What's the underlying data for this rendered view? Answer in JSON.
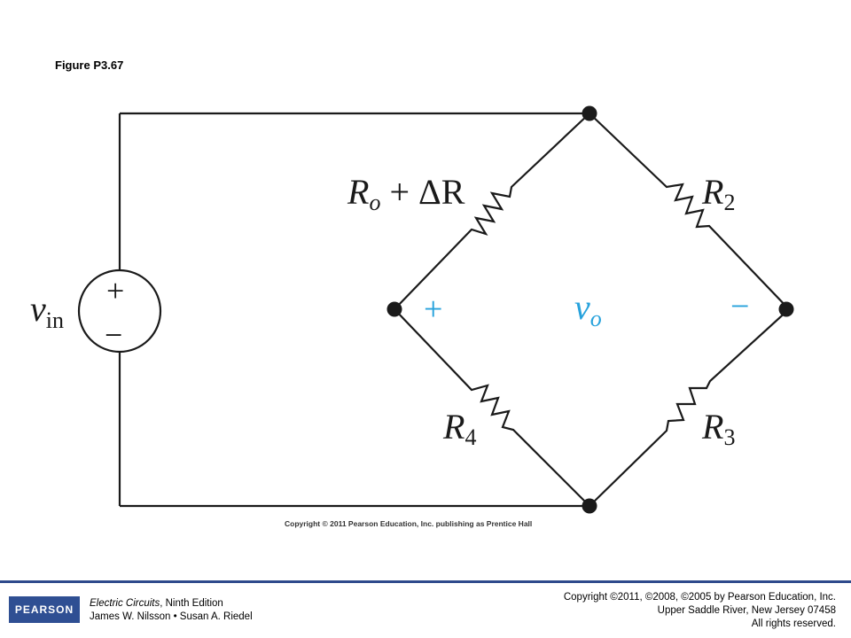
{
  "figure_title": "Figure P3.67",
  "labels": {
    "source": {
      "main": "v",
      "sub": "in",
      "plus": "+",
      "minus": "−"
    },
    "r_top_left": {
      "main": "R",
      "sub": "o",
      "rest": " + ΔR"
    },
    "r2": {
      "main": "R",
      "sub": "2"
    },
    "r3": {
      "main": "R",
      "sub": "3"
    },
    "r4": {
      "main": "R",
      "sub": "4"
    },
    "vo": {
      "main": "v",
      "sub": "o",
      "plus": "+",
      "minus": "−"
    }
  },
  "colors": {
    "line": "#1a1a1a",
    "vo": "#27a2dc",
    "footer_rule": "#2e4a8c",
    "logo": "#2f4f93"
  },
  "inner_copyright": "Copyright © 2011 Pearson Education, Inc. publishing as Prentice Hall",
  "footer": {
    "logo_text": "PEARSON",
    "book_title": "Electric Circuits",
    "book_edition": ", Ninth Edition",
    "authors": "James W. Nilsson • Susan A. Riedel",
    "copyright_line1": "Copyright ©2011, ©2008, ©2005 by Pearson Education, Inc.",
    "copyright_line2": "Upper Saddle River, New Jersey 07458",
    "copyright_line3": "All rights reserved."
  }
}
